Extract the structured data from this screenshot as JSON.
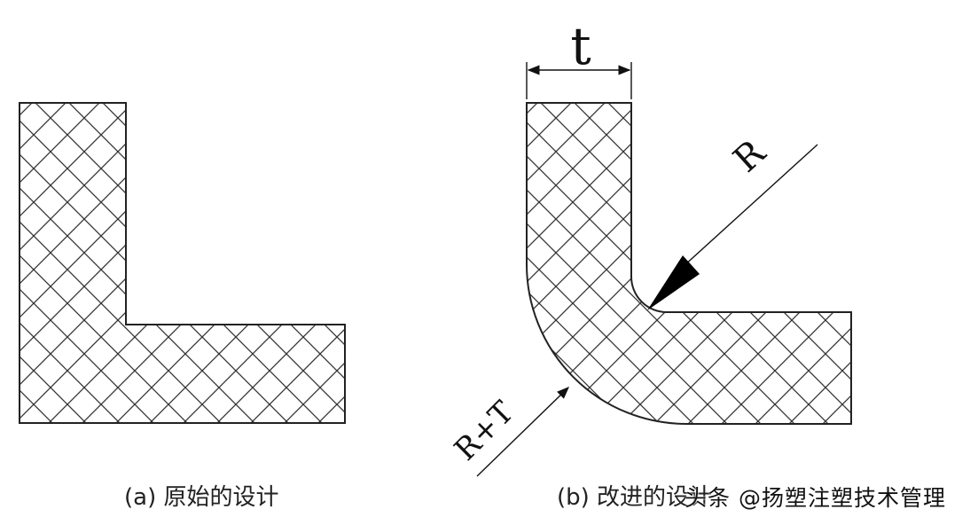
{
  "diagram": {
    "dimension_thickness": "t",
    "label_inner_radius": "R",
    "label_outer_radius": "R+T"
  },
  "captions": {
    "a": "(a) 原始的设计",
    "b": "(b) 改进的设计"
  },
  "watermark": "头条 @扬塑注塑技术管理",
  "colors": {
    "outline": "#222222",
    "hatch": "#333333",
    "background": "#ffffff"
  }
}
